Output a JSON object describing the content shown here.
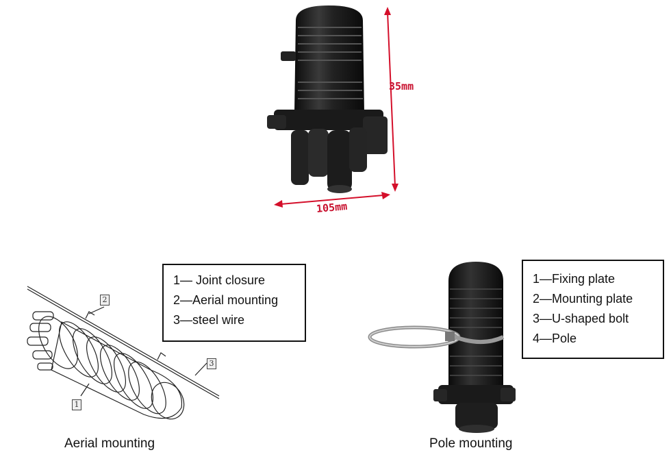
{
  "top_product": {
    "height_label": "35mm",
    "width_label": "105mm",
    "colors": {
      "dimension_arrow": "#d40f2a",
      "closure_body": "#1a1a1a"
    }
  },
  "aerial": {
    "legend": [
      "1— Joint closure",
      "2—Aerial mounting",
      "3—steel wire"
    ],
    "callouts": [
      "1",
      "2",
      "3"
    ],
    "caption": "Aerial mounting"
  },
  "pole": {
    "legend": [
      "1—Fixing plate",
      "2—Mounting plate",
      "3—U-shaped bolt",
      "4—Pole"
    ],
    "caption": "Pole mounting"
  }
}
